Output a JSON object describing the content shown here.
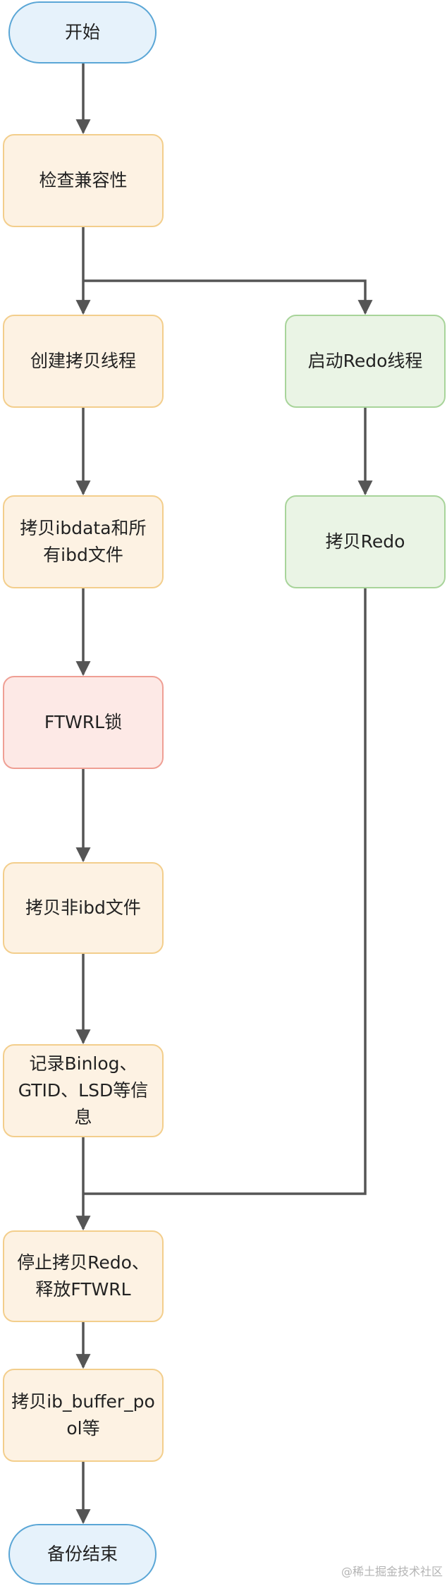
{
  "flowchart": {
    "start": "开始",
    "check": "检查兼容性",
    "create_thread": "创建拷贝线程",
    "copy_ibdata": "拷贝ibdata和所有ibd文件",
    "ftwrl_lock": "FTWRL锁",
    "copy_non_ibd": "拷贝非ibd文件",
    "record_info": "记录Binlog、GTID、LSD等信息",
    "stop_redo": "停止拷贝Redo、释放FTWRL",
    "copy_buffer_pool": "拷贝ib_buffer_pool等",
    "end": "备份结束",
    "start_redo_thread": "启动Redo线程",
    "copy_redo": "拷贝Redo"
  },
  "colors": {
    "edge": "#555555",
    "terminal_fill": "#e6f2fb",
    "terminal_border": "#5aa6d6",
    "process_fill": "#fdf2e3",
    "process_border": "#f3ce8c",
    "redo_fill": "#eaf4e5",
    "redo_border": "#a8d49a",
    "lock_fill": "#fde9e6",
    "lock_border": "#ef9f94"
  },
  "watermark": "@稀土掘金技术社区"
}
